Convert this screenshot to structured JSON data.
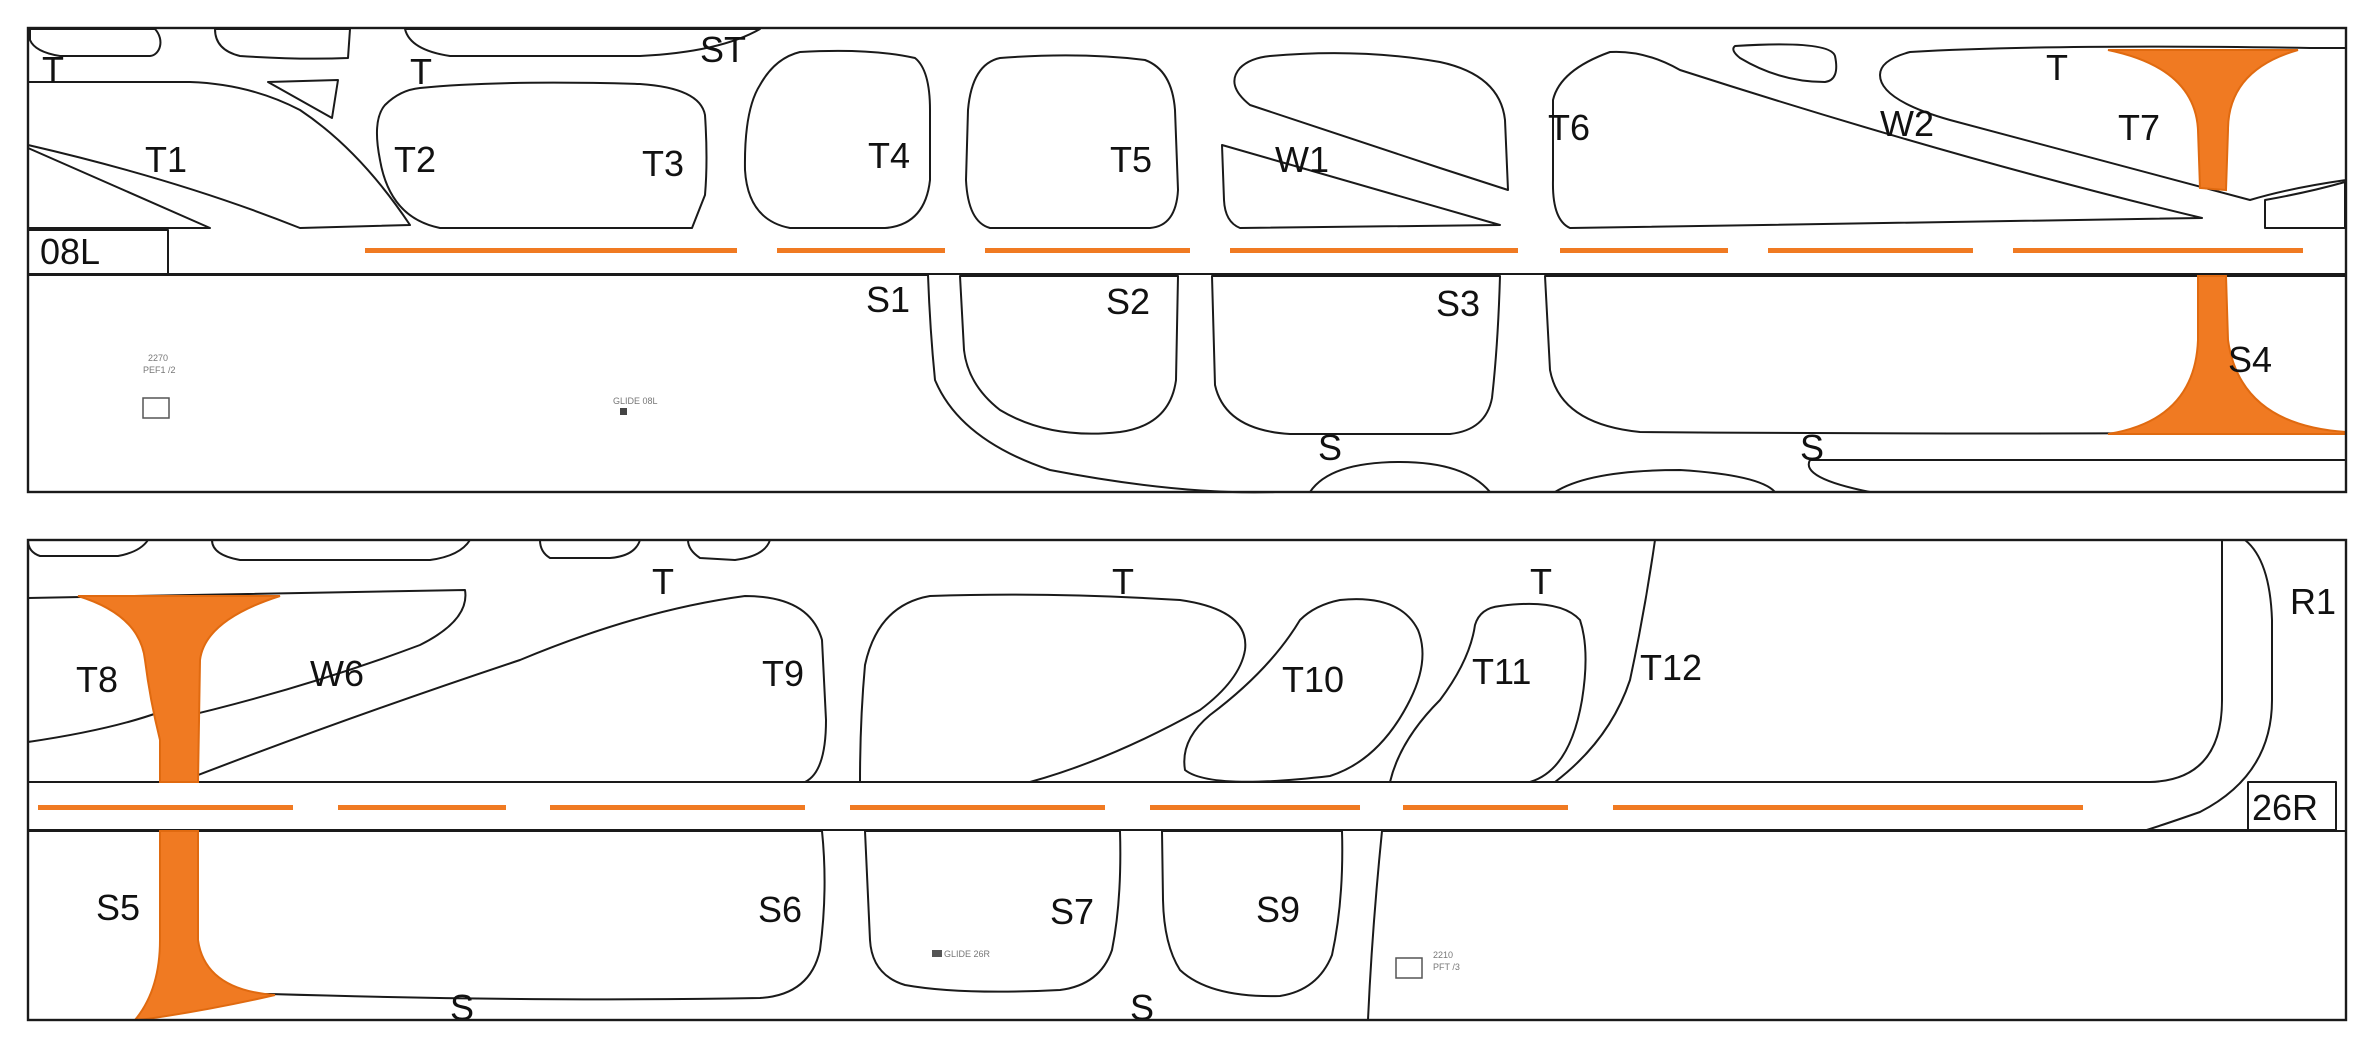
{
  "colors": {
    "taxi_line": "#f07a22",
    "hotspot_fill": "#f07a22",
    "hotspot_stroke": "#e06a10",
    "outline": "#1a1a1a",
    "background": "#ffffff"
  },
  "top_panel": {
    "runway_label": "08L",
    "labels": {
      "t_1": "T",
      "t_2": "T",
      "st": "ST",
      "t_top": "T",
      "t1": "T1",
      "t2": "T2",
      "t3": "T3",
      "t4": "T4",
      "t5": "T5",
      "w1": "W1",
      "t6": "T6",
      "w2": "W2",
      "t7": "T7",
      "s1": "S1",
      "s2": "S2",
      "s3": "S3",
      "s4": "S4",
      "s_1": "S",
      "s_2": "S"
    },
    "small": {
      "sign_left_1": "2270",
      "sign_left_2": "PEF1 /2",
      "glide": "GLIDE 08L"
    }
  },
  "bottom_panel": {
    "runway_label": "26R",
    "labels": {
      "t_1": "T",
      "t_2": "T",
      "t_3": "T",
      "t8": "T8",
      "w6": "W6",
      "t9": "T9",
      "t10": "T10",
      "t11": "T11",
      "t12": "T12",
      "r1": "R1",
      "s5": "S5",
      "s6": "S6",
      "s7": "S7",
      "s9": "S9",
      "s_1": "S",
      "s_2": "S"
    },
    "small": {
      "glide": "GLIDE 26R",
      "sign_right_1": "2210",
      "sign_right_2": "PFT /3"
    }
  }
}
